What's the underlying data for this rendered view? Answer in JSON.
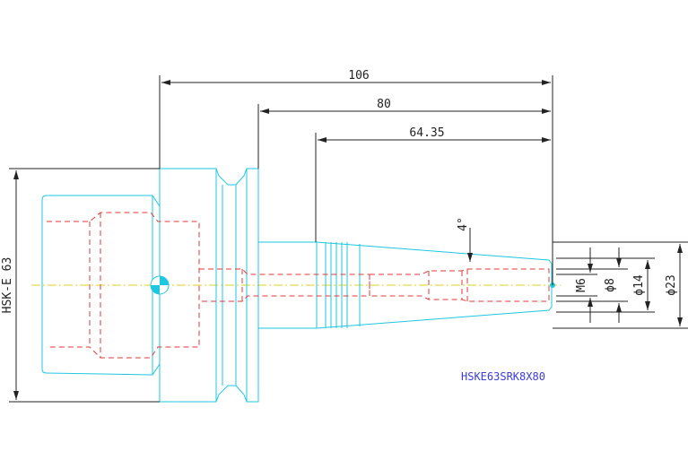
{
  "dimensions": {
    "len_106": "106",
    "len_80": "80",
    "len_6435": "64.35",
    "angle": "4°",
    "thread": "M6",
    "dia_8": "ϕ8",
    "dia_14": "ϕ14",
    "dia_23": "ϕ23",
    "hsk": "HSK-E 63"
  },
  "part_number": "HSKE63SRK8X80",
  "colors": {
    "outline": "#1ec7e0",
    "hidden": "#e23a3a",
    "dimension": "#222222",
    "centerline": "#e0d21e",
    "label": "#3b3bdc"
  }
}
